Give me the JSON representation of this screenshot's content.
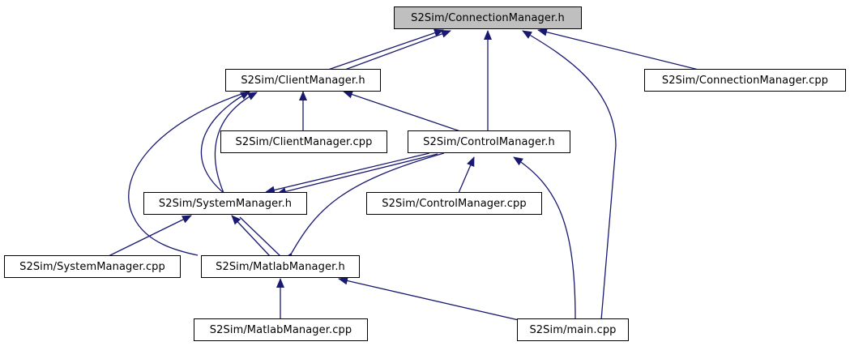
{
  "colors": {
    "edge": "#191970",
    "border": "#000000",
    "highlight_fill": "#bfbfbf"
  },
  "nodes": {
    "connection_manager_h": "S2Sim/ConnectionManager.h",
    "client_manager_h": "S2Sim/ClientManager.h",
    "connection_manager_cpp": "S2Sim/ConnectionManager.cpp",
    "client_manager_cpp": "S2Sim/ClientManager.cpp",
    "control_manager_h": "S2Sim/ControlManager.h",
    "system_manager_h": "S2Sim/SystemManager.h",
    "control_manager_cpp": "S2Sim/ControlManager.cpp",
    "system_manager_cpp": "S2Sim/SystemManager.cpp",
    "matlab_manager_h": "S2Sim/MatlabManager.h",
    "matlab_manager_cpp": "S2Sim/MatlabManager.cpp",
    "main_cpp": "S2Sim/main.cpp"
  }
}
